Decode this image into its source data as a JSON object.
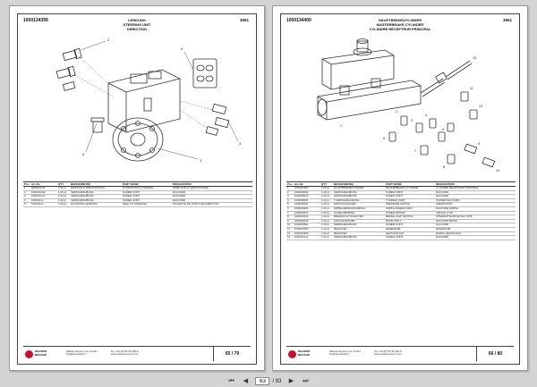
{
  "left_page": {
    "part_number": "1000134399",
    "section": "3561",
    "title_de": "LENKUNG",
    "title_en": "STEERING UNIT",
    "title_fr": "DIRECTION",
    "callouts": [
      "1",
      "2",
      "3",
      "4",
      "5"
    ],
    "table": {
      "headers": [
        "Pos",
        "Art.-Nr.",
        "QTY",
        "BEZEICHNUNG",
        "PART NAME",
        "DESIGNATION"
      ],
      "rows": [
        [
          "1",
          "5000001x44",
          "1,00 pc",
          "LENKUNG HYDROSTATISCH",
          "HYDROSTATIC STEERING",
          "DIRECTION HYDROSTATIQUE"
        ],
        [
          "2",
          "1000001012",
          "1,00 pc",
          "VERSCHRAUBUNG",
          "SCREW JOINT",
          "RACCORD"
        ],
        [
          "3",
          "1000011013",
          "1,00 pc",
          "VERSCHRAUBUNG",
          "SCREW JOINT",
          "RACCORD"
        ],
        [
          "4",
          "1000011x1",
          "1,00 pc",
          "VERSCHRAUBUNG",
          "SCREW JOINT",
          "RACCORD"
        ],
        [
          "5",
          "1000011x1",
          "1,00 pc",
          "DICHTRING LENKUNG",
          "SEAL KIT STEERING",
          "POCHETTE DE JOINTS DE DIRECTION"
        ]
      ]
    },
    "page_label": "65 / 79"
  },
  "right_page": {
    "part_number": "1000134400",
    "section": "3561",
    "title_de": "HAUPTBREMSZYLINDER",
    "title_en": "MASTERBRAKE CYLINDER",
    "title_fr": "CYLINDRE RÉCEPTEUR PRINCIPAL",
    "callouts": [
      "1",
      "2",
      "3",
      "4",
      "5",
      "6",
      "7",
      "8",
      "9",
      "10",
      "11",
      "12",
      "13"
    ],
    "table": {
      "headers": [
        "Pos",
        "Art.-Nr.",
        "QTY",
        "BEZEICHNUNG",
        "PART NAME",
        "DESIGNATION"
      ],
      "rows": [
        [
          "1",
          "1000001202",
          "1,00 pc",
          "HAUPTBREMSZYLINDER",
          "MASTERBRAKE CYLINDER",
          "CYLINDRE RÉCEPTEUR PRINCIPAL"
        ],
        [
          "2",
          "1000008031",
          "1,00 pc",
          "VERSCHRAUBUNG",
          "SCREW JOINT",
          "RACCORD"
        ],
        [
          "3",
          "1000008133",
          "1,00 pc",
          "VERSCHRAUBUNG",
          "SCREW JOINT",
          "RACCORD"
        ],
        [
          "4",
          "1000008301",
          "1,00 pc",
          "T-VERSCHRAUBUNG",
          "T-SCREW JOINT",
          "TAQUER RACCORD"
        ],
        [
          "5",
          "1000000101",
          "1,00 pc",
          "DRUCKSCHALTER",
          "PRESSURE SWITCH",
          "PRESSOSTAT"
        ],
        [
          "6",
          "1000009361",
          "1,00 pc",
          "NIPPELVERSCHRAUBUNG",
          "NIPPLE SCREW JOINT",
          "RACCORD NIPPLE"
        ],
        [
          "7",
          "1000009471",
          "1,00 pc",
          "SCHRAUBNIPPEL",
          "SCREW NIPPLE",
          "TARAUD A VIS"
        ],
        [
          "8",
          "1000000130",
          "1,00 pc",
          "BREMSLICHTSCHALTER",
          "BRAKE LIGHT SWITCH",
          "INTERRUPTEUR DE FEU STOP"
        ],
        [
          "9",
          "1000009440",
          "1,00 pc",
          "HOHLSCHRAUBE",
          "BANJO BOLT",
          "RACCORD BANJO"
        ],
        [
          "10",
          "1000000811",
          "1,00 pc",
          "VERSCHRAUBUNG",
          "SCREW JOINT",
          "RACCORD"
        ],
        [
          "11",
          "1000010490",
          "1,00 pc",
          "BEHÄLTER",
          "RESERVOIR",
          "RÉSERVOIR"
        ],
        [
          "12",
          "1000010450",
          "1,00 pc",
          "BEHÄLTER",
          "HEXAGON NUT",
          "ÉCROU HEXAGONAL"
        ],
        [
          "13",
          "1000001xx1",
          "1,00 pc",
          "VERSCHRAUBUNG",
          "SCREW JOINT",
          "RACCORD"
        ]
      ]
    },
    "page_label": "66 / 80"
  },
  "footer": {
    "brand": "WACKER",
    "brand_sub": "NEUSON",
    "company_line1": "Wacker Neuson Linz GmbH",
    "company_line2": "Flughafenstraße 7",
    "contact_line1": "Tel. +43 (0)732 90 590-0",
    "contact_line2": "www.wackerneuson.com"
  },
  "toolbar": {
    "current_page": "63",
    "total_pages": "/ 93"
  },
  "colors": {
    "viewer_background": "#d4d4d4",
    "brand_red": "#c8102e"
  }
}
